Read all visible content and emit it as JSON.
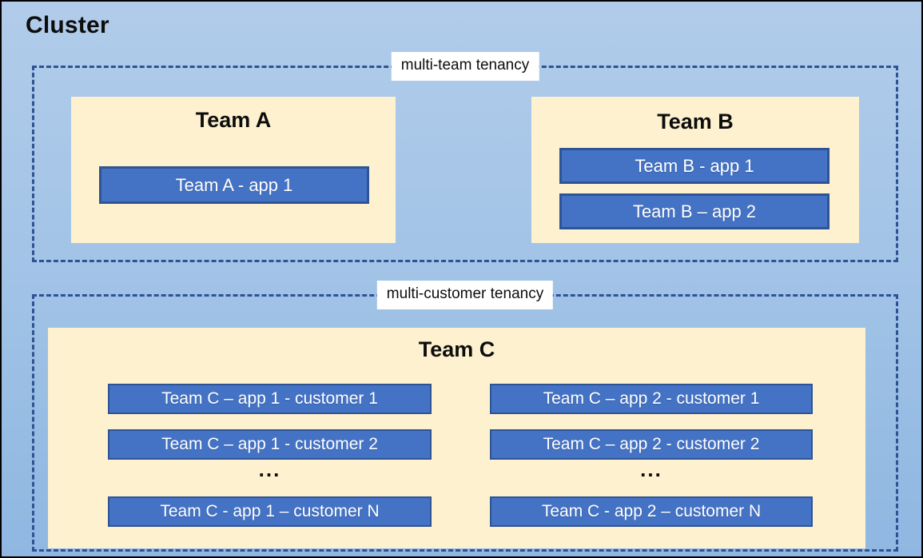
{
  "cluster": {
    "title": "Cluster"
  },
  "multi_team": {
    "label": "multi-team tenancy",
    "team_a": {
      "title": "Team A",
      "apps": [
        "Team A - app 1"
      ]
    },
    "team_b": {
      "title": "Team B",
      "apps": [
        "Team B - app 1",
        "Team B – app 2"
      ]
    }
  },
  "multi_customer": {
    "label": "multi-customer tenancy",
    "team_c": {
      "title": "Team C",
      "col_app1": {
        "rows": [
          "Team C – app 1 - customer 1",
          "Team C – app 1 - customer 2"
        ],
        "ellipsis": "...",
        "row_n": "Team C - app 1 – customer N"
      },
      "col_app2": {
        "rows": [
          "Team C – app 2 - customer 1",
          "Team C – app 2 - customer 2"
        ],
        "ellipsis": "...",
        "row_n": "Team C - app 2 – customer N"
      }
    }
  },
  "colors": {
    "background_top": "#B1CCEA",
    "background_bottom": "#8FB7E1",
    "outer_border": "#000000",
    "dashed_border": "#2E5395",
    "team_box_fill": "#FDF1CF",
    "app_box_fill": "#4472C4",
    "app_box_border": "#2F5496",
    "app_text": "#FFFFFF",
    "label_background": "#FFFFFF",
    "heading_text": "#0D0D0D"
  }
}
